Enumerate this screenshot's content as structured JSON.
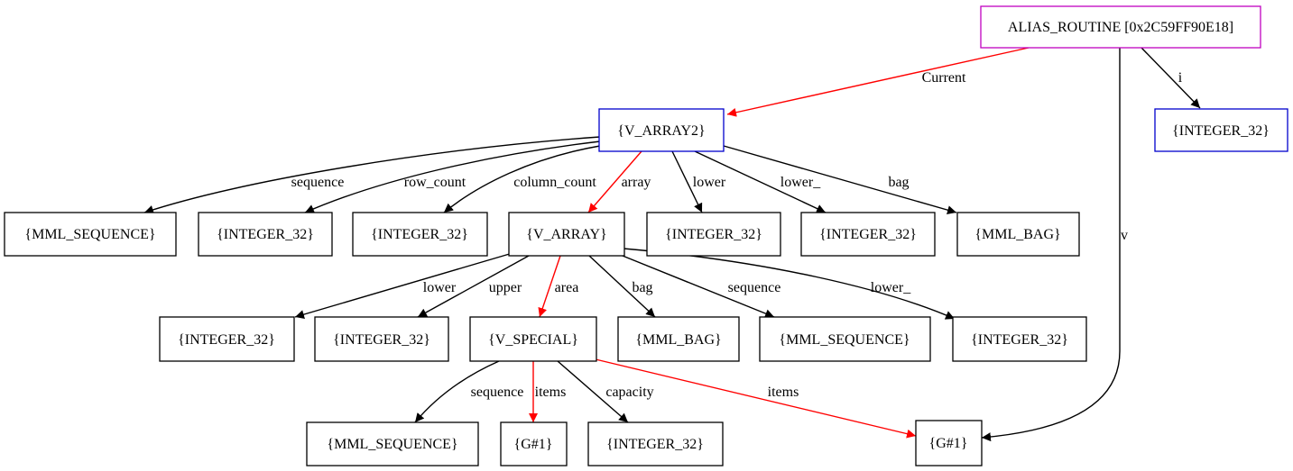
{
  "colors": {
    "default": "#000000",
    "highlight": "#ff0000",
    "root_border": "#c000c0",
    "object_border": "#0000cc"
  },
  "nodes": [
    {
      "id": "alias_routine",
      "label": "ALIAS_ROUTINE [0x2C59FF90E18]",
      "border": "root_border"
    },
    {
      "id": "v_array2",
      "label": "{V_ARRAY2}",
      "border": "object_border"
    },
    {
      "id": "int_i",
      "label": "{INTEGER_32}",
      "border": "object_border"
    },
    {
      "id": "mml_sequence_1",
      "label": "{MML_SEQUENCE}",
      "border": "default"
    },
    {
      "id": "int_row_count",
      "label": "{INTEGER_32}",
      "border": "default"
    },
    {
      "id": "int_column_count",
      "label": "{INTEGER_32}",
      "border": "default"
    },
    {
      "id": "v_array",
      "label": "{V_ARRAY}",
      "border": "default"
    },
    {
      "id": "int_lower_1",
      "label": "{INTEGER_32}",
      "border": "default"
    },
    {
      "id": "int_lower__1",
      "label": "{INTEGER_32}",
      "border": "default"
    },
    {
      "id": "mml_bag_1",
      "label": "{MML_BAG}",
      "border": "default"
    },
    {
      "id": "int_lower_2",
      "label": "{INTEGER_32}",
      "border": "default"
    },
    {
      "id": "int_upper",
      "label": "{INTEGER_32}",
      "border": "default"
    },
    {
      "id": "v_special",
      "label": "{V_SPECIAL}",
      "border": "default"
    },
    {
      "id": "mml_bag_2",
      "label": "{MML_BAG}",
      "border": "default"
    },
    {
      "id": "mml_sequence_2",
      "label": "{MML_SEQUENCE}",
      "border": "default"
    },
    {
      "id": "int_lower__2",
      "label": "{INTEGER_32}",
      "border": "default"
    },
    {
      "id": "mml_sequence_3",
      "label": "{MML_SEQUENCE}",
      "border": "default"
    },
    {
      "id": "g1_a",
      "label": "{G#1}",
      "border": "default"
    },
    {
      "id": "int_capacity",
      "label": "{INTEGER_32}",
      "border": "default"
    },
    {
      "id": "g1_b",
      "label": "{G#1}",
      "border": "default"
    }
  ],
  "edges": [
    {
      "id": "current",
      "from": "alias_routine",
      "to": "v_array2",
      "label": "Current",
      "color": "highlight"
    },
    {
      "id": "i",
      "from": "alias_routine",
      "to": "int_i",
      "label": "i",
      "color": "default"
    },
    {
      "id": "v",
      "from": "alias_routine",
      "to": "g1_b",
      "label": "v",
      "color": "default"
    },
    {
      "id": "a2_sequence",
      "from": "v_array2",
      "to": "mml_sequence_1",
      "label": "sequence",
      "color": "default"
    },
    {
      "id": "a2_row_count",
      "from": "v_array2",
      "to": "int_row_count",
      "label": "row_count",
      "color": "default"
    },
    {
      "id": "a2_column_count",
      "from": "v_array2",
      "to": "int_column_count",
      "label": "column_count",
      "color": "default"
    },
    {
      "id": "a2_array",
      "from": "v_array2",
      "to": "v_array",
      "label": "array",
      "color": "highlight"
    },
    {
      "id": "a2_lower",
      "from": "v_array2",
      "to": "int_lower_1",
      "label": "lower",
      "color": "default"
    },
    {
      "id": "a2_lower_",
      "from": "v_array2",
      "to": "int_lower__1",
      "label": "lower_",
      "color": "default"
    },
    {
      "id": "a2_bag",
      "from": "v_array2",
      "to": "mml_bag_1",
      "label": "bag",
      "color": "default"
    },
    {
      "id": "a_lower",
      "from": "v_array",
      "to": "int_lower_2",
      "label": "lower",
      "color": "default"
    },
    {
      "id": "a_upper",
      "from": "v_array",
      "to": "int_upper",
      "label": "upper",
      "color": "default"
    },
    {
      "id": "a_area",
      "from": "v_array",
      "to": "v_special",
      "label": "area",
      "color": "highlight"
    },
    {
      "id": "a_bag",
      "from": "v_array",
      "to": "mml_bag_2",
      "label": "bag",
      "color": "default"
    },
    {
      "id": "a_sequence",
      "from": "v_array",
      "to": "mml_sequence_2",
      "label": "sequence",
      "color": "default"
    },
    {
      "id": "a_lower_",
      "from": "v_array",
      "to": "int_lower__2",
      "label": "lower_",
      "color": "default"
    },
    {
      "id": "s_sequence",
      "from": "v_special",
      "to": "mml_sequence_3",
      "label": "sequence",
      "color": "default"
    },
    {
      "id": "s_items_a",
      "from": "v_special",
      "to": "g1_a",
      "label": "items",
      "color": "highlight"
    },
    {
      "id": "s_capacity",
      "from": "v_special",
      "to": "int_capacity",
      "label": "capacity",
      "color": "default"
    },
    {
      "id": "s_items_b",
      "from": "v_special",
      "to": "g1_b",
      "label": "items",
      "color": "highlight"
    }
  ]
}
